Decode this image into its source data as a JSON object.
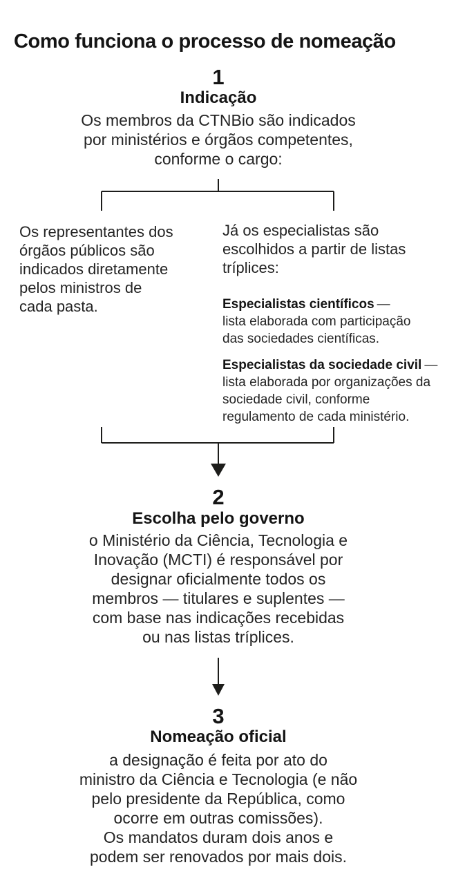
{
  "title": "Como funciona o processo de nomeação",
  "step1": {
    "number": "1",
    "heading": "Indicação",
    "body": "Os membros da CTNBio são indicados\npor ministérios e órgãos competentes,\nconforme o cargo:"
  },
  "branch": {
    "left_text": "Os representantes dos\nórgãos públicos são\nindicados diretamente\npelos ministros de\ncada pasta.",
    "right_intro": "Já os especialistas são\nescolhidos a partir de listas\ntríplices:",
    "sub_items": [
      {
        "label": "Especialistas científicos",
        "dash": "—",
        "desc": "lista elaborada com participação\ndas sociedades científicas."
      },
      {
        "label": "Especialistas da sociedade civil",
        "dash": "—",
        "desc": "lista elaborada por organizações da\nsociedade civil, conforme\nregulamento de cada ministério."
      }
    ]
  },
  "step2": {
    "number": "2",
    "heading": "Escolha pelo governo",
    "body": "o Ministério da Ciência, Tecnologia e\nInovação (MCTI) é responsável por\ndesignar oficialmente todos os\nmembros — titulares e suplentes —\ncom base nas indicações recebidas\nou nas listas tríplices."
  },
  "step3": {
    "number": "3",
    "heading": "Nomeação oficial",
    "body": "a designação é feita por ato do\nministro da Ciência e Tecnologia (e não\npelo presidente da República, como\nocorre em outras comissões).\nOs mandatos duram dois anos e\npodem ser renovados por mais dois."
  },
  "colors": {
    "text": "#242424",
    "emphasis": "#141414",
    "line": "#1d1d1b",
    "background": "#ffffff"
  }
}
